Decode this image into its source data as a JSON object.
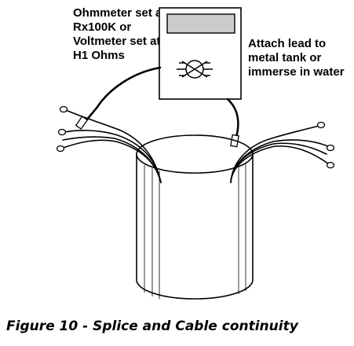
{
  "labels": {
    "meter_setting": [
      "Ohmmeter set at",
      "Rx100K or",
      "Voltmeter set at",
      "H1 Ohms"
    ],
    "attach_instruction": [
      "Attach lead to",
      "metal tank or",
      "immerse in water"
    ]
  },
  "caption": "Figure 10 - Splice and Cable continuity",
  "colors": {
    "ink": "#000000",
    "paper": "#ffffff",
    "display": "#cccccc"
  }
}
